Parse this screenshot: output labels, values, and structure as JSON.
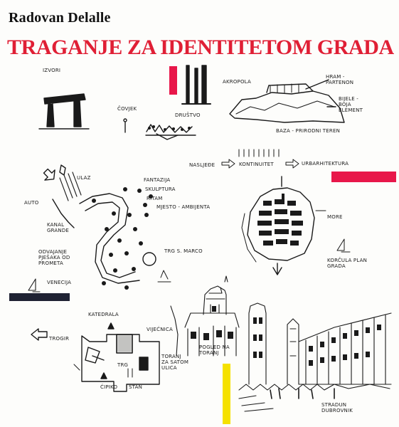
{
  "cover": {
    "author": "Radovan Delalle",
    "title": "TRAGANJE ZA IDENTITETOM GRADA",
    "colors": {
      "title_red": "#e01f35",
      "accent_red": "#e8174a",
      "accent_yellow": "#f5e100",
      "accent_navy": "#1f2233"
    }
  },
  "sketch_labels": {
    "izvori": "izvori",
    "covjek": "čovjek",
    "drustvo": "društvo",
    "akropola": "akropola",
    "hram_partenon": "hram - partenon",
    "bijele_boja_element": "bijele - boja element",
    "baza_prirodni_teren": "baza - prirodni teren",
    "nasljede": "nasljeđe",
    "kontinuitet": "kontinuitet",
    "urbarhitektura": "urbarhitektura",
    "ulaz": "ulaz",
    "auto": "auto",
    "kanal_grande": "kanal grande",
    "fantazija": "fantazija",
    "skulptura": "skulptura",
    "ritam": "ritam",
    "mjesto_ambijenta": "mjesto - ambijenta",
    "odvajanje": "odvajanje pješaka od prometa",
    "trg_s_marco": "trg s. marco",
    "venecija": "venecija",
    "more": "more",
    "korcula": "korčula plan grada",
    "katedrala": "katedrala",
    "trogir": "trogir",
    "vijecnica": "vijećnica",
    "trg": "trg",
    "cipiko": "ćipiko",
    "stan": "stan",
    "toranj": "toranj za satom ulica",
    "pogled_na_toranj": "pogled na toranj",
    "stradun": "stradun dubrovnik"
  }
}
